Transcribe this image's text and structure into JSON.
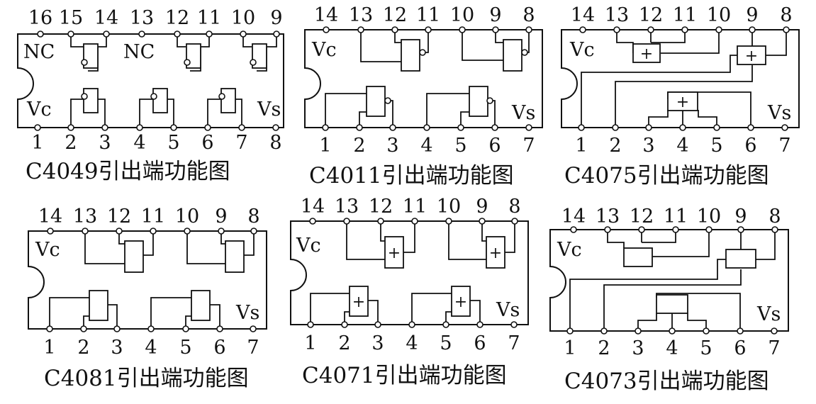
{
  "chips": [
    {
      "caption": "C4049引出端功能图",
      "top_pins": [
        "16",
        "15",
        "14",
        "13",
        "12",
        "11",
        "10",
        "9"
      ],
      "bottom_pins": [
        "1",
        "2",
        "3",
        "4",
        "5",
        "6",
        "7",
        "8"
      ],
      "labels": {
        "nc1": "NC",
        "nc2": "NC",
        "vcc": "Vc",
        "vss": "Vs"
      }
    },
    {
      "caption": "C4011引出端功能图",
      "top_pins": [
        "14",
        "13",
        "12",
        "11",
        "10",
        "9",
        "8"
      ],
      "bottom_pins": [
        "1",
        "2",
        "3",
        "4",
        "5",
        "6",
        "7"
      ],
      "labels": {
        "vcc": "Vc",
        "vss": "Vs"
      }
    },
    {
      "caption": "C4075引出端功能图",
      "top_pins": [
        "14",
        "13",
        "12",
        "11",
        "10",
        "9",
        "8"
      ],
      "bottom_pins": [
        "1",
        "2",
        "3",
        "4",
        "5",
        "6",
        "7"
      ],
      "labels": {
        "vcc": "Vc",
        "vss": "Vs"
      },
      "gate_symbol": "+"
    },
    {
      "caption": "C4081引出端功能图",
      "top_pins": [
        "14",
        "13",
        "12",
        "11",
        "10",
        "9",
        "8"
      ],
      "bottom_pins": [
        "1",
        "2",
        "3",
        "4",
        "5",
        "6",
        "7"
      ],
      "labels": {
        "vcc": "Vc",
        "vss": "Vs"
      }
    },
    {
      "caption": "C4071引出端功能图",
      "top_pins": [
        "14",
        "13",
        "12",
        "11",
        "10",
        "9",
        "8"
      ],
      "bottom_pins": [
        "1",
        "2",
        "3",
        "4",
        "5",
        "6",
        "7"
      ],
      "labels": {
        "vcc": "Vc",
        "vss": "Vs"
      },
      "gate_symbol": "+"
    },
    {
      "caption": "C4073引出端功能图",
      "top_pins": [
        "14",
        "13",
        "12",
        "11",
        "10",
        "9",
        "8"
      ],
      "bottom_pins": [
        "1",
        "2",
        "3",
        "4",
        "5",
        "6",
        "7"
      ],
      "labels": {
        "vcc": "Vc",
        "vss": "Vs"
      }
    }
  ]
}
